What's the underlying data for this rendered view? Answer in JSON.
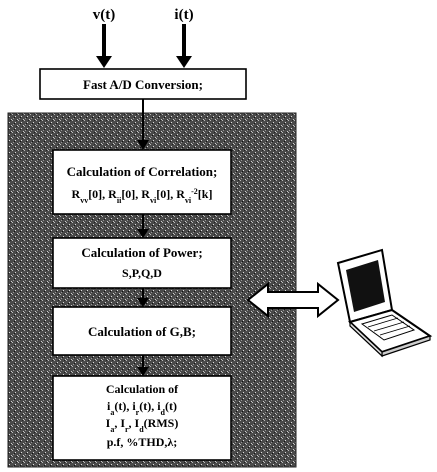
{
  "inputs": {
    "voltage": "v(t)",
    "current": "i(t)"
  },
  "blocks": {
    "adc": {
      "label": "Fast A/D Conversion;"
    },
    "correlation": {
      "title": "Calculation of Correlation;",
      "line2": "R_vv[0], R_ii[0], R_vi[0], R_vi^-2[k]"
    },
    "power": {
      "title": "Calculation of Power;",
      "line2": "S,P,Q,D"
    },
    "gb": {
      "label": "Calculation of G,B;"
    },
    "final": {
      "title": "Calculation of",
      "line2": "i_a(t), i_r(t), i_d(t)",
      "line3": "I_a, I_r, I_d(RMS)",
      "line4": "p.f, %THD,λ;"
    }
  },
  "device": {
    "icon": "laptop-icon"
  },
  "colors": {
    "background": "#ffffff",
    "panel": "#555555",
    "box": "#ffffff",
    "line": "#000000"
  }
}
